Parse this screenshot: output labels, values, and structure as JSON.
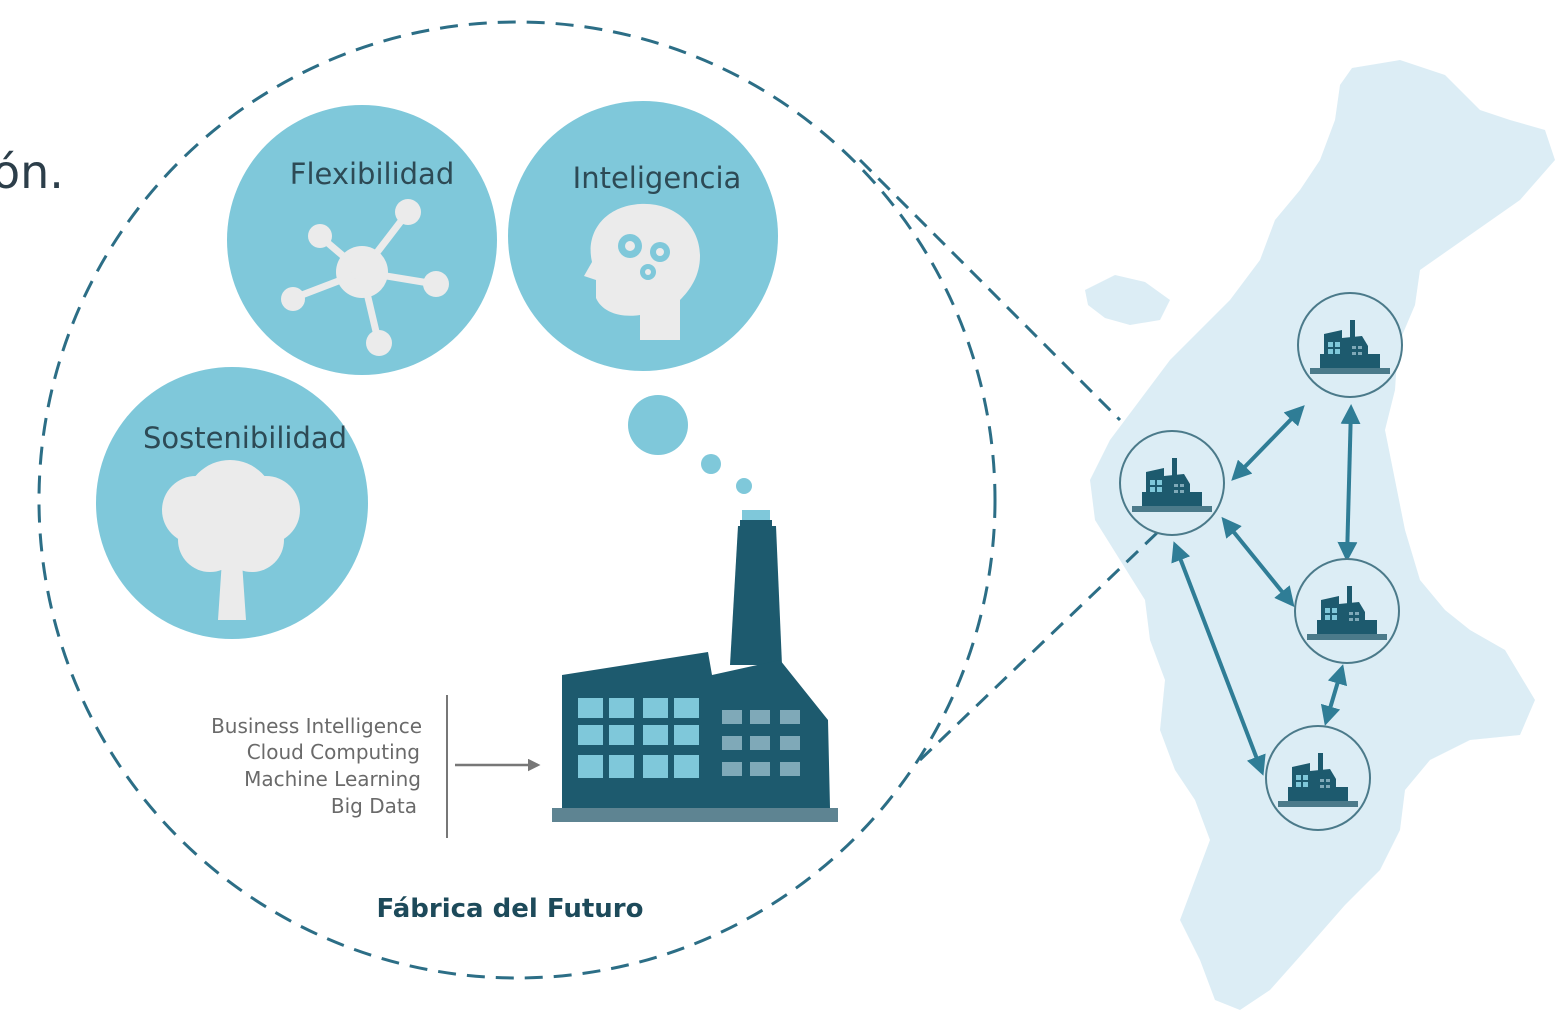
{
  "partial_heading": "ón.",
  "bubbles": {
    "flexibilidad": "Flexibilidad",
    "inteligencia": "Inteligencia",
    "sostenibilidad": "Sostenibilidad"
  },
  "technologies": [
    "Business Intelligence",
    "Cloud Computing",
    "Machine Learning",
    "Big Data"
  ],
  "factory_caption": "Fábrica del Futuro",
  "colors": {
    "bubble": "#7fc8da",
    "dashed_outline": "#2c6e86",
    "factory_dark": "#1d5a6e",
    "factory_windows": "#7fc8da",
    "map_fill": "#dcedf5",
    "arrows": "#2f7d96",
    "icon_gray": "#ebebeb"
  },
  "icons": [
    "network-icon",
    "brain-gears-icon",
    "tree-icon",
    "factory-icon",
    "arrow-icon"
  ]
}
